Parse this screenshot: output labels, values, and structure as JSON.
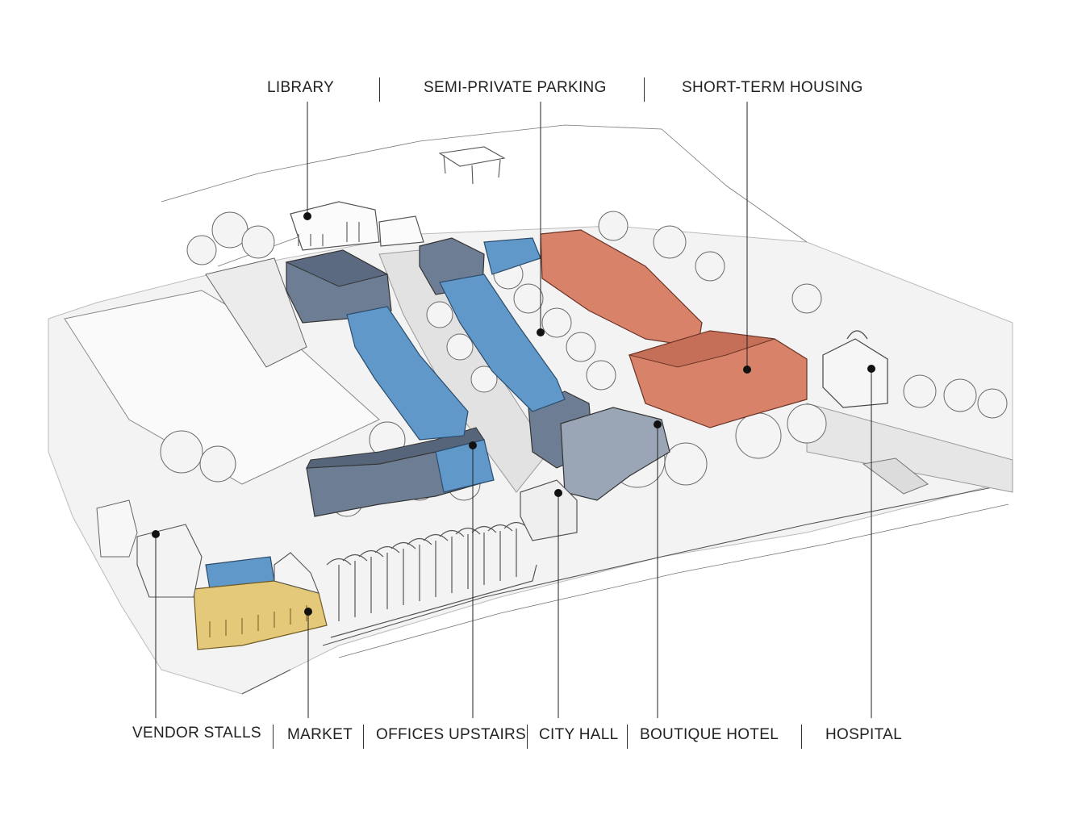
{
  "labels_top": {
    "library": "LIBRARY",
    "semi_private_parking": "SEMI-PRIVATE PARKING",
    "short_term_housing": "SHORT-TERM HOUSING"
  },
  "labels_bottom": {
    "vendor_stalls": "VENDOR STALLS",
    "market": "MARKET",
    "offices_upstairs": "OFFICES UPSTAIRS",
    "city_hall": "CITY HALL",
    "boutique_hotel": "BOUTIQUE HOTEL",
    "hospital": "HOSPITAL"
  },
  "colors": {
    "housing": "#d9826a",
    "parking": "#5f98c9",
    "civic": "#6d7d93",
    "market": "#e5c97a",
    "leader": "#222222"
  }
}
